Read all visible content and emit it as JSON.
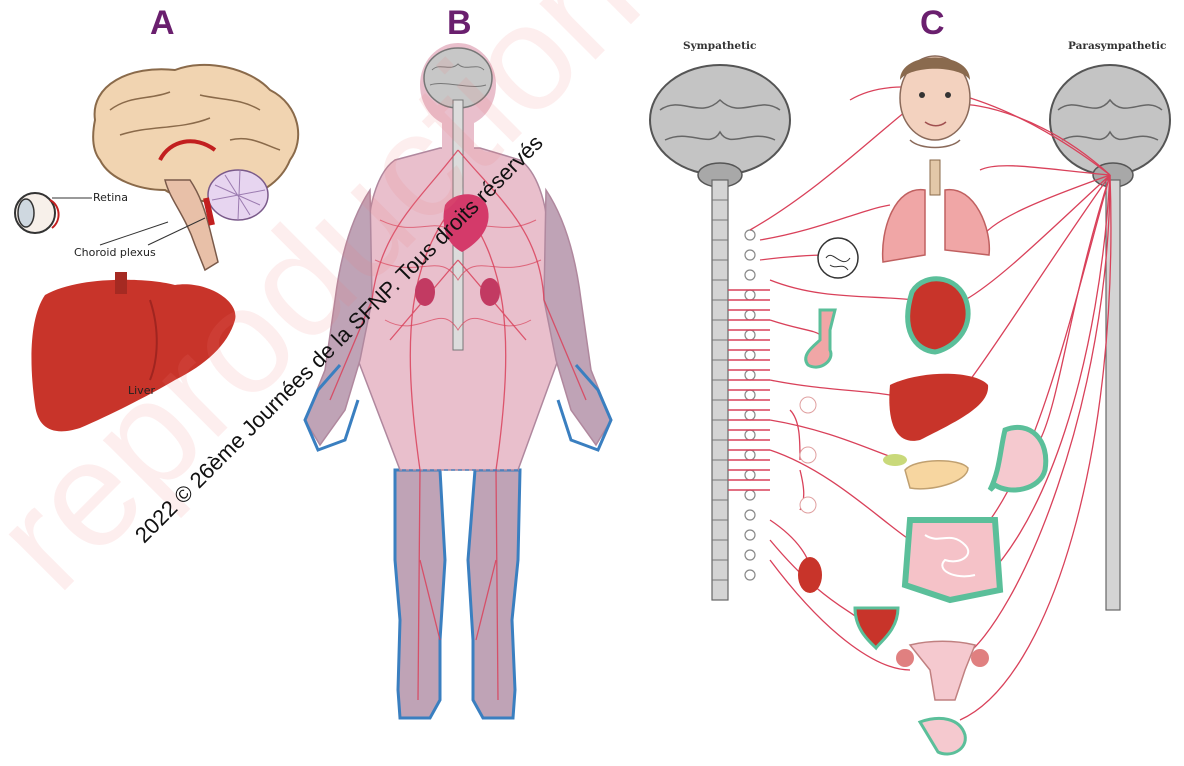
{
  "panels": [
    {
      "letter": "A"
    },
    {
      "letter": "B"
    },
    {
      "letter": "C"
    }
  ],
  "panel_a": {
    "retina_label": "Retina",
    "choroid_label": "Choroid plexus",
    "liver_label": "Liver"
  },
  "panel_c": {
    "sympathetic_label": "Sympathetic",
    "parasympathetic_label": "Parasympathetic"
  },
  "copyright_text": "2022 © 26ème Journées de la SFNP. Tous droits réservés",
  "colors": {
    "letter": "#6a1f6e",
    "nerve": "#d9415a",
    "organ_red": "#c8342a",
    "outline_blue": "#3a7fc0",
    "outline_green": "#5bbf9a",
    "body_fill": "#bfa3b6",
    "brain_gray": "#bfbfbf"
  }
}
